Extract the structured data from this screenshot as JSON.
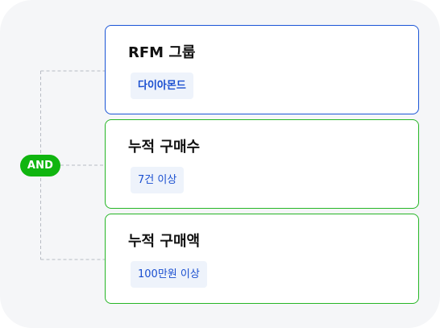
{
  "operator": {
    "label": "AND",
    "color": "#10b510"
  },
  "conditions": [
    {
      "title": "RFM 그룹",
      "value": "다이아몬드",
      "selected": true,
      "border_color": "#1a55d6"
    },
    {
      "title": "누적 구매수",
      "value": "7건 이상",
      "selected": false,
      "border_color": "#26b626"
    },
    {
      "title": "누적 구매액",
      "value": "100만원 이상",
      "selected": false,
      "border_color": "#26b626"
    }
  ],
  "colors": {
    "panel_background": "#f5f6f8",
    "chip_background": "#eef3fb",
    "chip_text": "#1a4fd0",
    "connector_line": "#b8bcc4"
  }
}
